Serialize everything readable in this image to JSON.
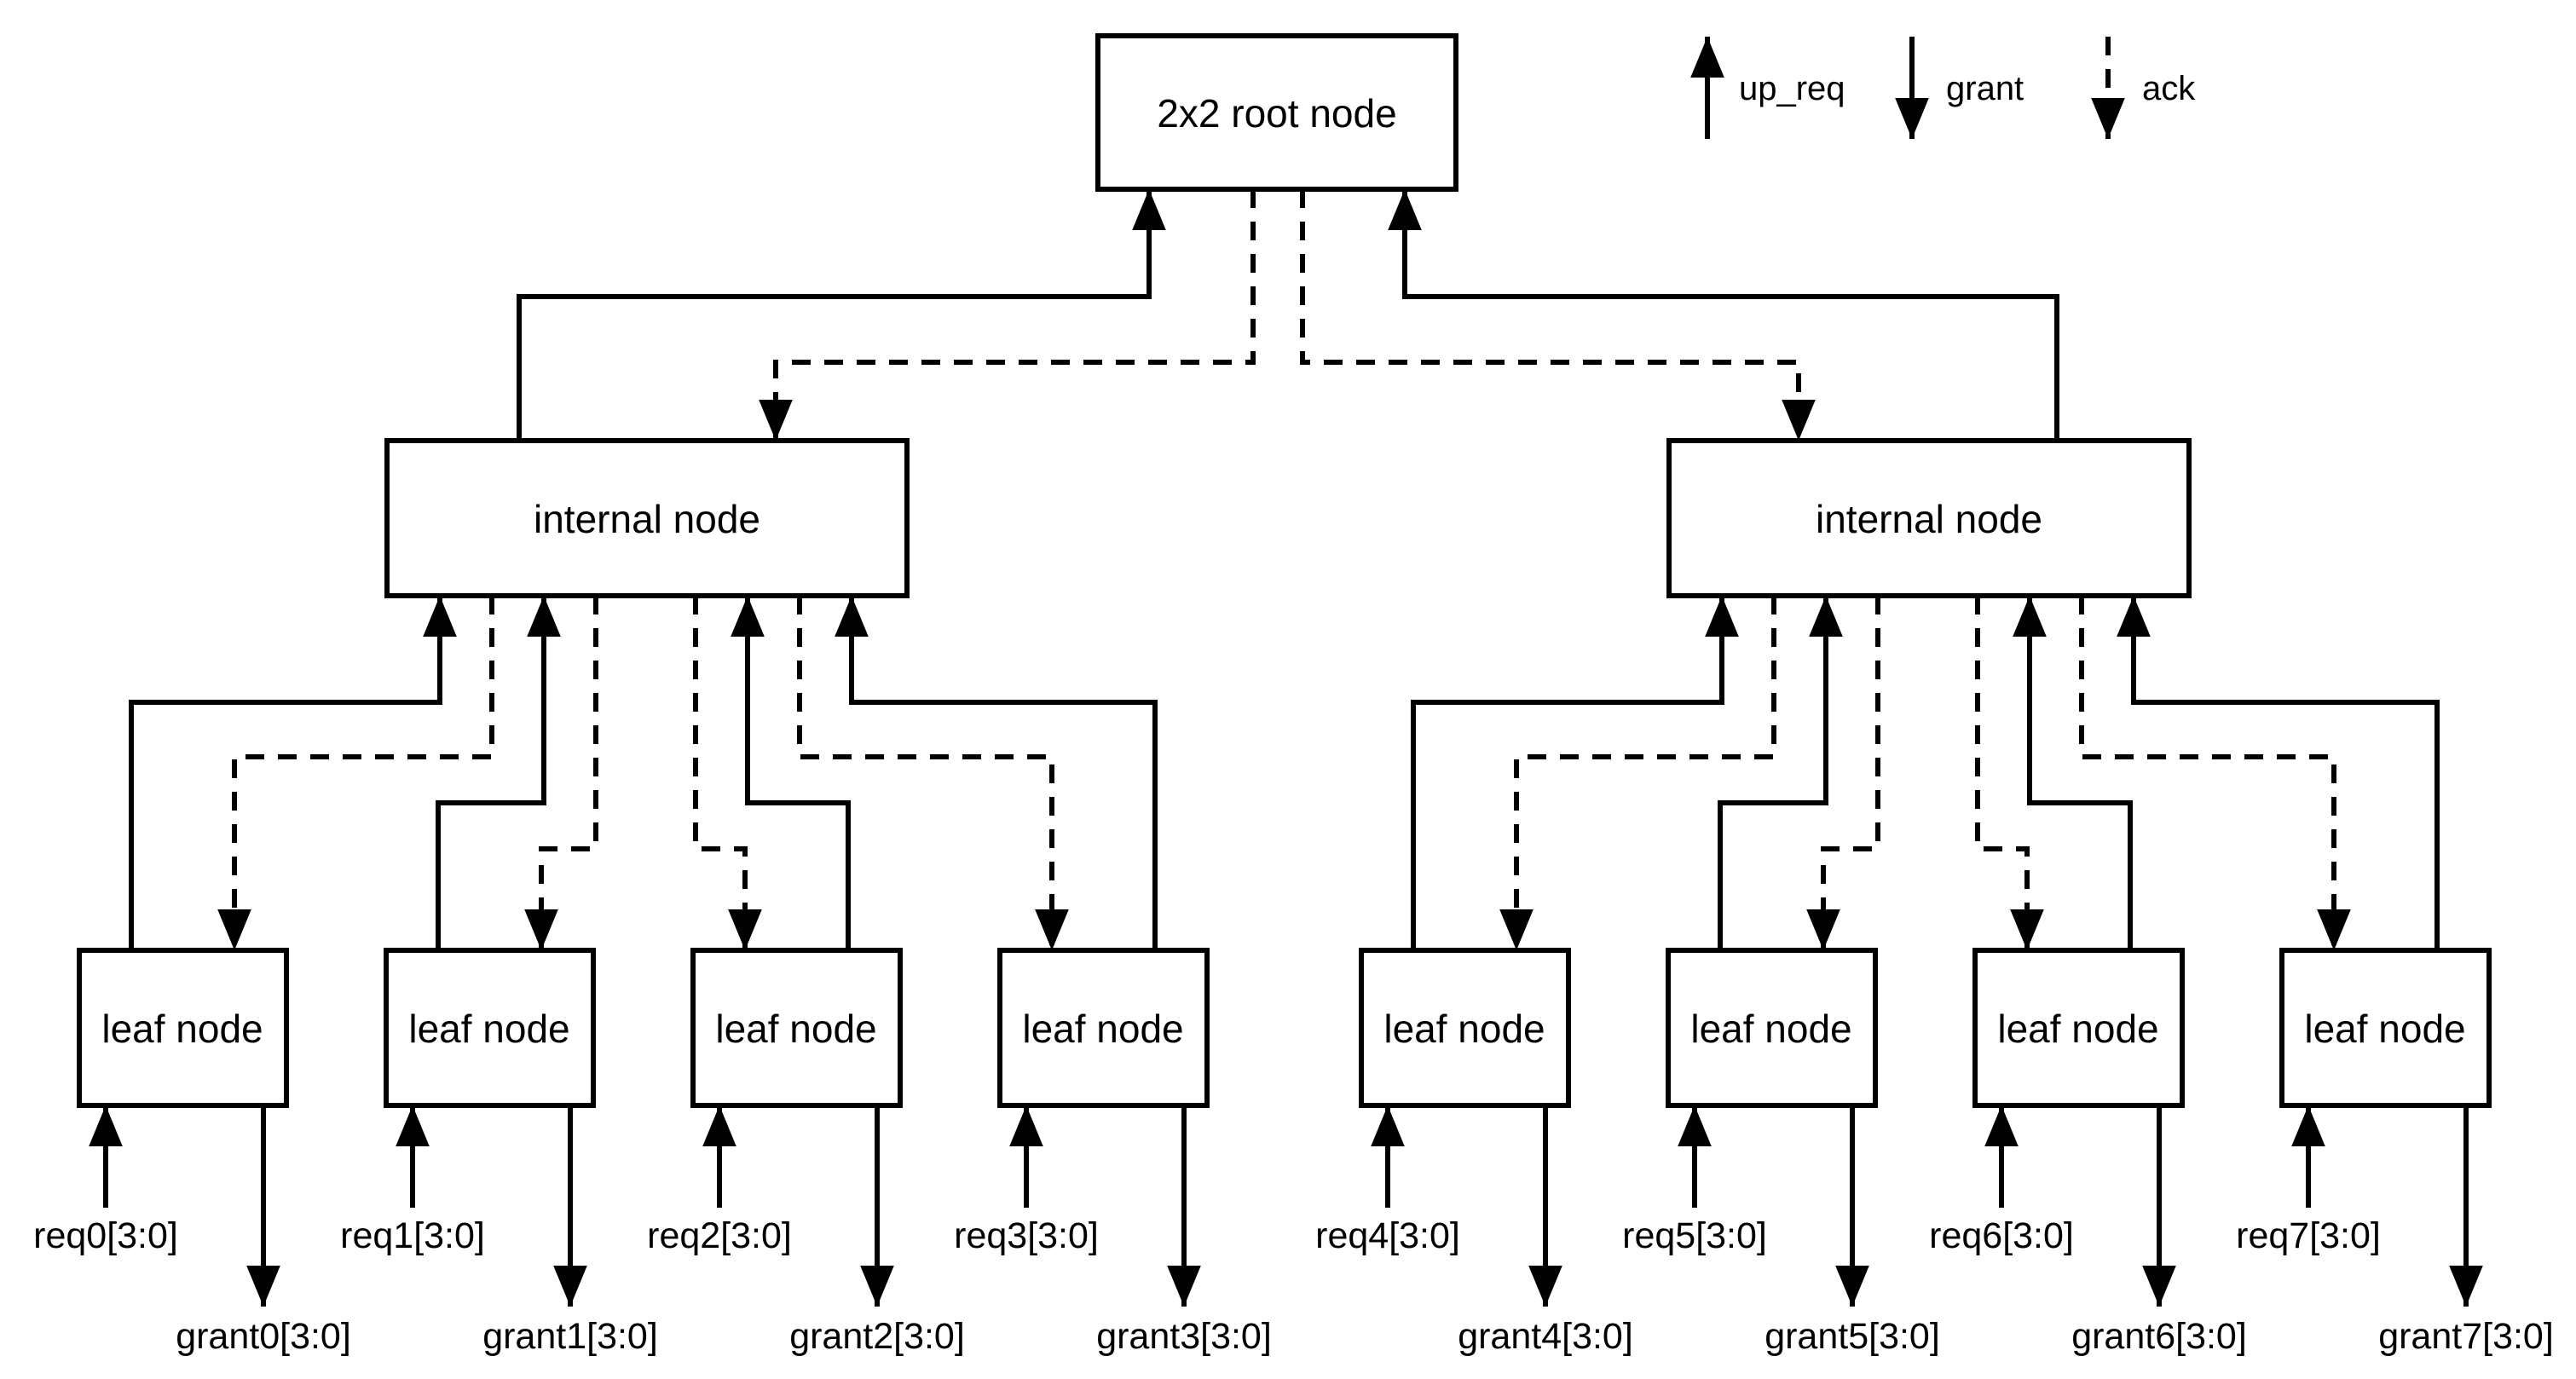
{
  "diagram": {
    "kind": "arbiter-tree-block-diagram",
    "colors": {
      "line": "#000000",
      "text": "#000000",
      "background": "#ffffff"
    },
    "nodes": {
      "root": "2x2 root node",
      "internal": "internal node",
      "leaf": "leaf node"
    },
    "legend": {
      "items": [
        {
          "label": "up_req",
          "line": "solid",
          "direction": "up"
        },
        {
          "label": "grant",
          "line": "solid",
          "direction": "down"
        },
        {
          "label": "ack",
          "line": "dashed",
          "direction": "down"
        }
      ]
    },
    "io": {
      "leaves": [
        {
          "req": "req0[3:0]",
          "grant": "grant0[3:0]"
        },
        {
          "req": "req1[3:0]",
          "grant": "grant1[3:0]"
        },
        {
          "req": "req2[3:0]",
          "grant": "grant2[3:0]"
        },
        {
          "req": "req3[3:0]",
          "grant": "grant3[3:0]"
        },
        {
          "req": "req4[3:0]",
          "grant": "grant4[3:0]"
        },
        {
          "req": "req5[3:0]",
          "grant": "grant5[3:0]"
        },
        {
          "req": "req6[3:0]",
          "grant": "grant6[3:0]"
        },
        {
          "req": "req7[3:0]",
          "grant": "grant7[3:0]"
        }
      ]
    }
  }
}
